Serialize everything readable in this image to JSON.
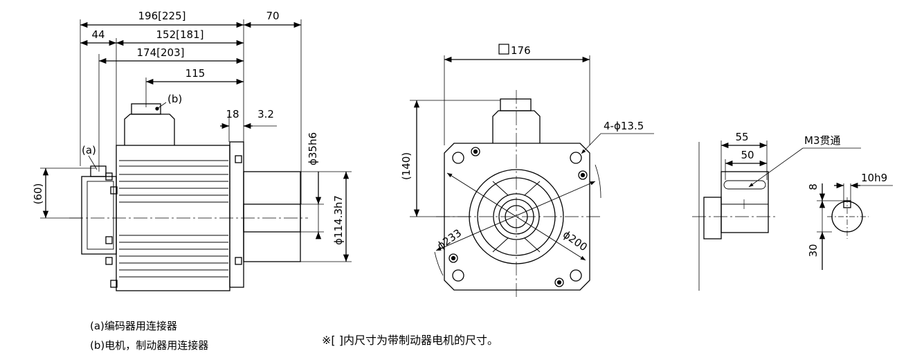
{
  "side_view": {
    "dim_overall": "196[225]",
    "dim_flange_to_shaft": "70",
    "dim_44": "44",
    "dim_152": "152[181]",
    "dim_174": "174[203]",
    "dim_115": "115",
    "dim_18": "18",
    "dim_3_2": "3.2",
    "dim_60": "(60)",
    "dim_shaft_dia": "ϕ35h6",
    "dim_spigot_dia": "ϕ114.3h7",
    "label_a": "(a)",
    "label_b": "(b)"
  },
  "front_view": {
    "dim_square": "176",
    "dim_140": "(140)",
    "dim_holes": "4-ϕ13.5",
    "dim_pcd": "ϕ233",
    "dim_200": "ϕ200"
  },
  "shaft_view": {
    "dim_55": "55",
    "dim_50": "50",
    "label_tap": "M3贯通",
    "dim_key": "10h9",
    "dim_8": "8",
    "dim_30": "30"
  },
  "notes": {
    "note_a": "(a)编码器用连接器",
    "note_b": "(b)电机，制动器用连接器",
    "note_bracket": "※[ ]内尺寸为带制动器电机的尺寸。"
  }
}
